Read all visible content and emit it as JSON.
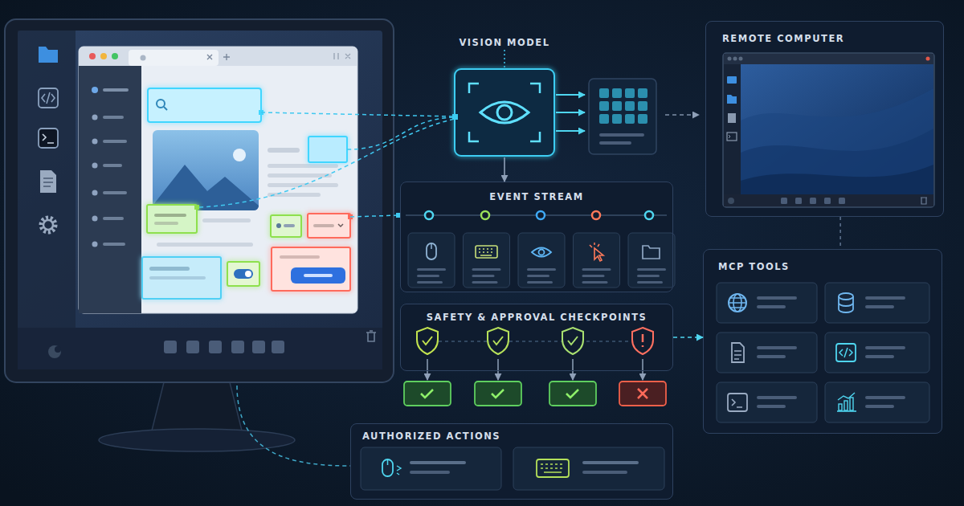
{
  "diagram": {
    "nodes": [
      {
        "text": [
          "VISION MODEL"
        ]
      },
      {
        "text": [
          "REMOTE COMPUTER"
        ]
      },
      {
        "text": [
          "EVENT STREAM"
        ]
      },
      {
        "text": [
          "SAFETY & APPROVAL CHECKPOINTS"
        ]
      },
      {
        "text": [
          "MCP TOOLS"
        ]
      },
      {
        "text": [
          "AUTHORIZED ACTIONS"
        ]
      }
    ],
    "edges": [
      {
        "from": 0,
        "to": 2,
        "arrow": "to"
      },
      {
        "from": 3,
        "to": 4,
        "arrow": "to"
      },
      {
        "from": 1,
        "to": 4,
        "arrow": "none"
      }
    ]
  }
}
